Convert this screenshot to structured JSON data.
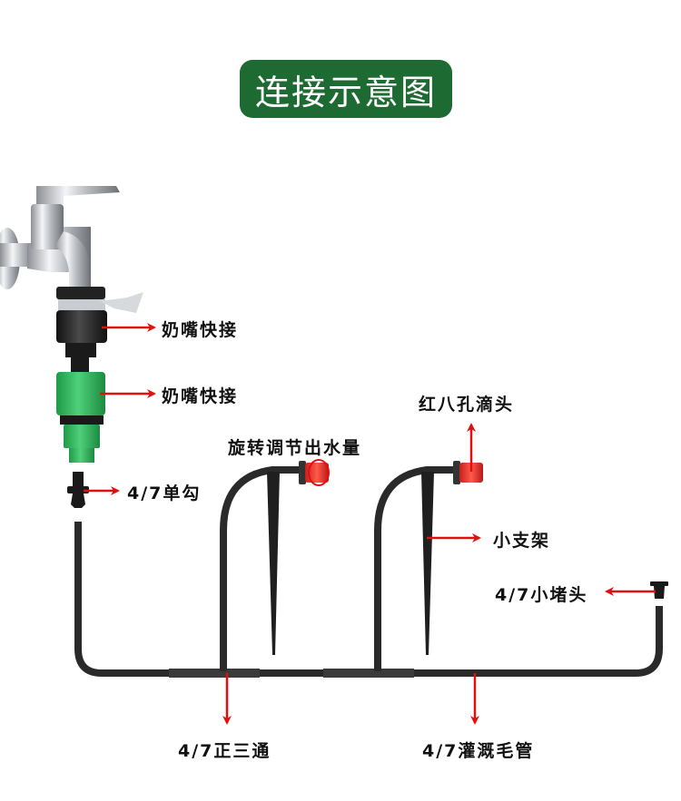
{
  "title": "连接示意图",
  "colors": {
    "title_bg": "#1d6b33",
    "title_text": "#ffffff",
    "arrow": "#e01010",
    "pipe": "#2a2a2a",
    "green_connector": "#2db35a",
    "red_dripper": "#e83a3a"
  },
  "labels": {
    "faucet_connector": "奶嘴快接",
    "green_connector": "奶嘴快接",
    "single_barb": "4/7单勾",
    "adjust_flow": "旋转调节出水量",
    "red_dripper": "红八孔滴头",
    "stake": "小支架",
    "end_plug": "4/7小堵头",
    "tee": "4/7正三通",
    "capillary_tube": "4/7灌溉毛管"
  }
}
